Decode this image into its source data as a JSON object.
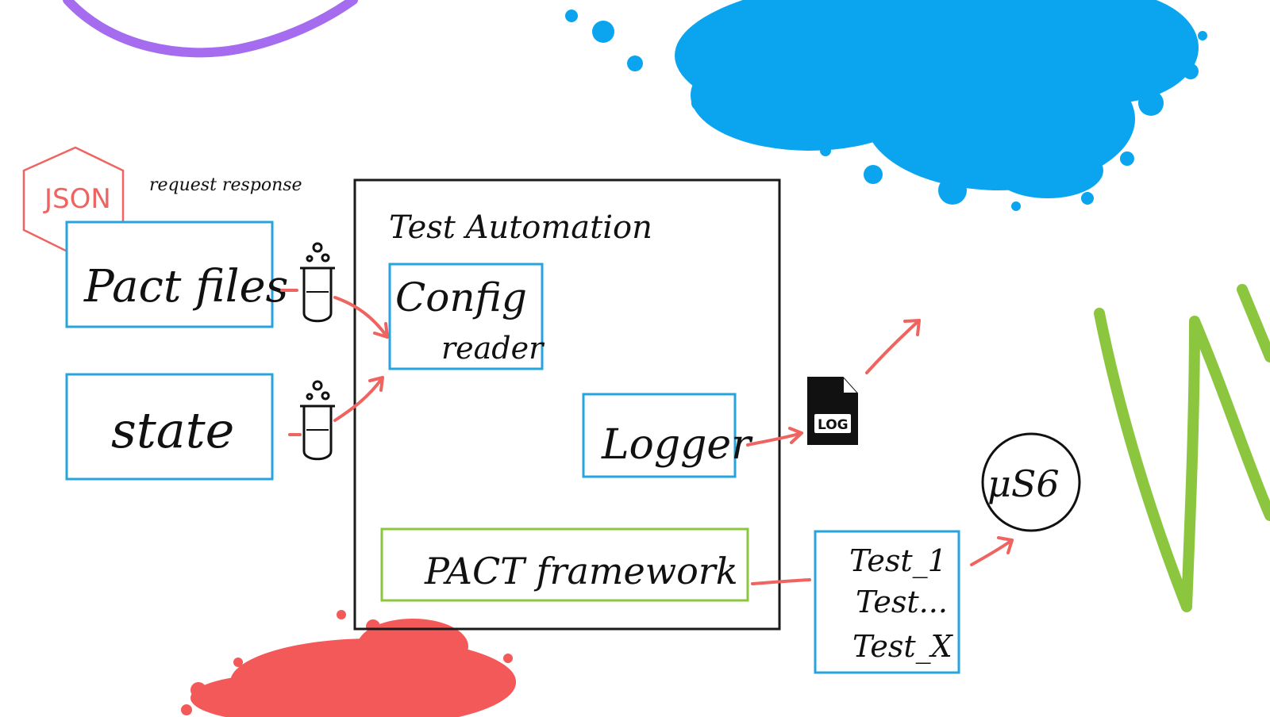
{
  "labels": {
    "json": "JSON",
    "request_response": "request response",
    "pact_files": "Pact files",
    "state": "state",
    "test_automation": "Test Automation",
    "config_line1": "Config",
    "config_line2": "reader",
    "logger": "Logger",
    "log_file": "LOG",
    "pact_framework": "PACT framework",
    "test_1": "Test_1",
    "test_dots": "Test...",
    "test_x": "Test_X",
    "service": "μS6"
  },
  "colors": {
    "blue_box": "#27a4de",
    "green_box": "#8cc63f",
    "arrow": "#ef6461",
    "json_hex": "#ef6461",
    "purple_arc": "#a66cf0",
    "blue_splash": "#0aa5ee",
    "red_splash": "#f4595a",
    "green_scribble": "#8cc63f"
  },
  "icons": {
    "test_tube": "test-tube-icon",
    "log_file": "log-file-icon",
    "json_hexagon": "hexagon-icon"
  }
}
